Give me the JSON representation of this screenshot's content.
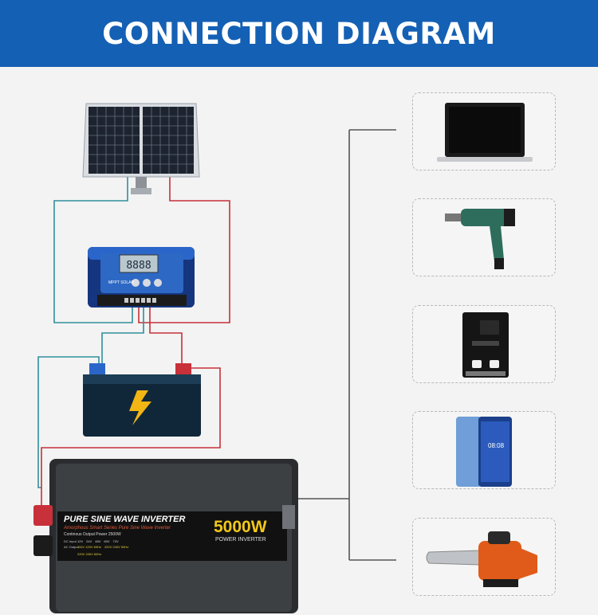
{
  "header": {
    "title": "CONNECTION DIAGRAM"
  },
  "colors": {
    "header_bg": "#1460b4",
    "wire_positive": "#c8303a",
    "wire_negative": "#2f8f9d",
    "wire_output": "#555555"
  },
  "controller": {
    "brand": "MPPT SOLAR",
    "display_digits": "8888"
  },
  "inverter": {
    "title": "PURE SINE WAVE INVERTER",
    "subtitle": "Amorphous Smart Series Pure Sine Wave Inverter",
    "continuous": "Continous Output Power 2500W",
    "power": "5000W",
    "power_label": "POWER INVERTER",
    "dc_input_label": "DC Input",
    "dc_options": [
      "12V",
      "24V",
      "48V",
      "60V",
      "72V"
    ],
    "ac_output_label": "AC Output",
    "ac_options": [
      "110V 120V 60Hz",
      "220V 240V 50Hz",
      "220V 240V 60Hz"
    ]
  },
  "loads": [
    {
      "name": "laptop-icon"
    },
    {
      "name": "drill-icon"
    },
    {
      "name": "coffee-machine-icon"
    },
    {
      "name": "phone-icon",
      "screen_time": "08:08"
    },
    {
      "name": "chainsaw-icon"
    }
  ]
}
